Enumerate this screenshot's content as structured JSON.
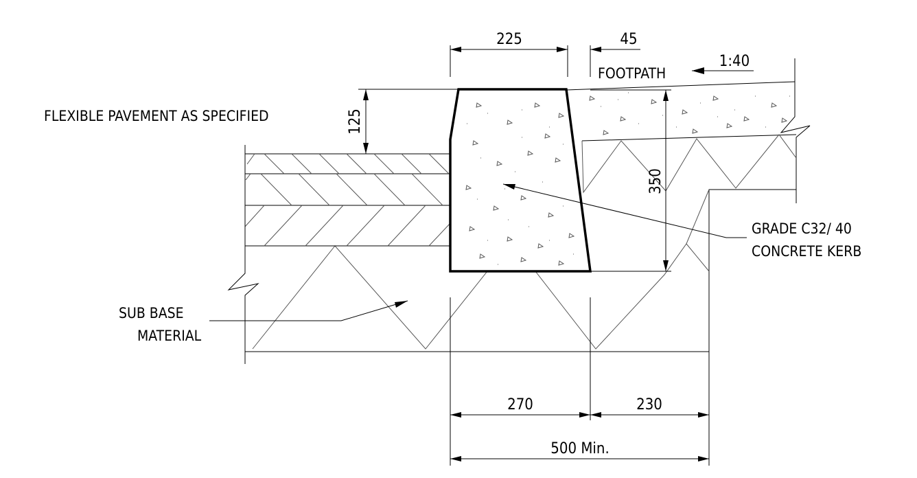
{
  "labels": {
    "flexible_pavement": "FLEXIBLE PAVEMENT AS SPECIFIED",
    "footpath": "FOOTPATH",
    "slope": "1:40",
    "kerb_line1": "GRADE C32/ 40",
    "kerb_line2": "CONCRETE KERB",
    "sub_base_line1": "SUB BASE",
    "sub_base_line2": "MATERIAL"
  },
  "dimensions": {
    "kerb_top_width": "225",
    "footpath_offset": "45",
    "kerb_upstand": "125",
    "kerb_height": "350",
    "base_kerb": "270",
    "base_extension": "230",
    "base_total": "500 Min."
  },
  "colors": {
    "line": "#000000",
    "hatch": "#555555",
    "background": "#ffffff"
  }
}
